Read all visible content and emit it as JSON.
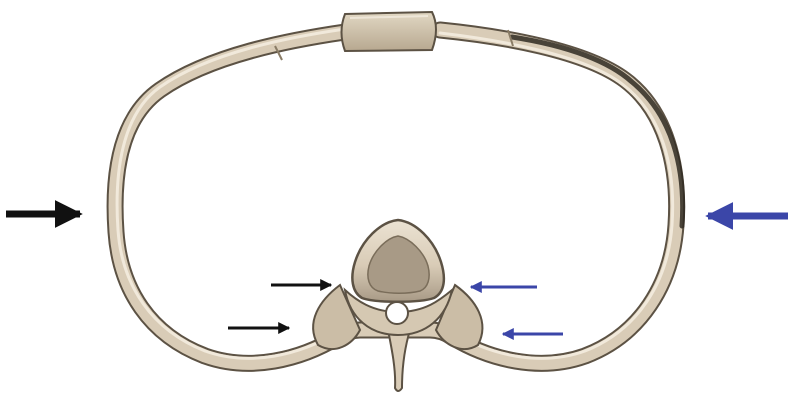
{
  "figure": {
    "subject": "transverse-section-rib-cage-with-vertebra",
    "icon": "rib-cage-cross-section-icon",
    "colors": {
      "bone": "#d9ccb7",
      "bone_light": "#ebe2d2",
      "bone_shadow": "#9d8f78",
      "bone_outline": "#5c5244",
      "marrow": "#a89a86",
      "background": "#ffffff",
      "arrow_black": "#111111",
      "arrow_blue": "#3b46a8"
    },
    "arrows": [
      {
        "name": "left-large-arrow",
        "color": "arrow_black",
        "direction": "right",
        "size": "large"
      },
      {
        "name": "right-large-arrow",
        "color": "arrow_blue",
        "direction": "left",
        "size": "large"
      },
      {
        "name": "left-upper-small-arrow",
        "color": "arrow_black",
        "direction": "right",
        "size": "small"
      },
      {
        "name": "left-lower-small-arrow",
        "color": "arrow_black",
        "direction": "right",
        "size": "small"
      },
      {
        "name": "right-upper-small-arrow",
        "color": "arrow_blue",
        "direction": "left",
        "size": "small"
      },
      {
        "name": "right-lower-small-arrow",
        "color": "arrow_blue",
        "direction": "left",
        "size": "small"
      }
    ]
  }
}
